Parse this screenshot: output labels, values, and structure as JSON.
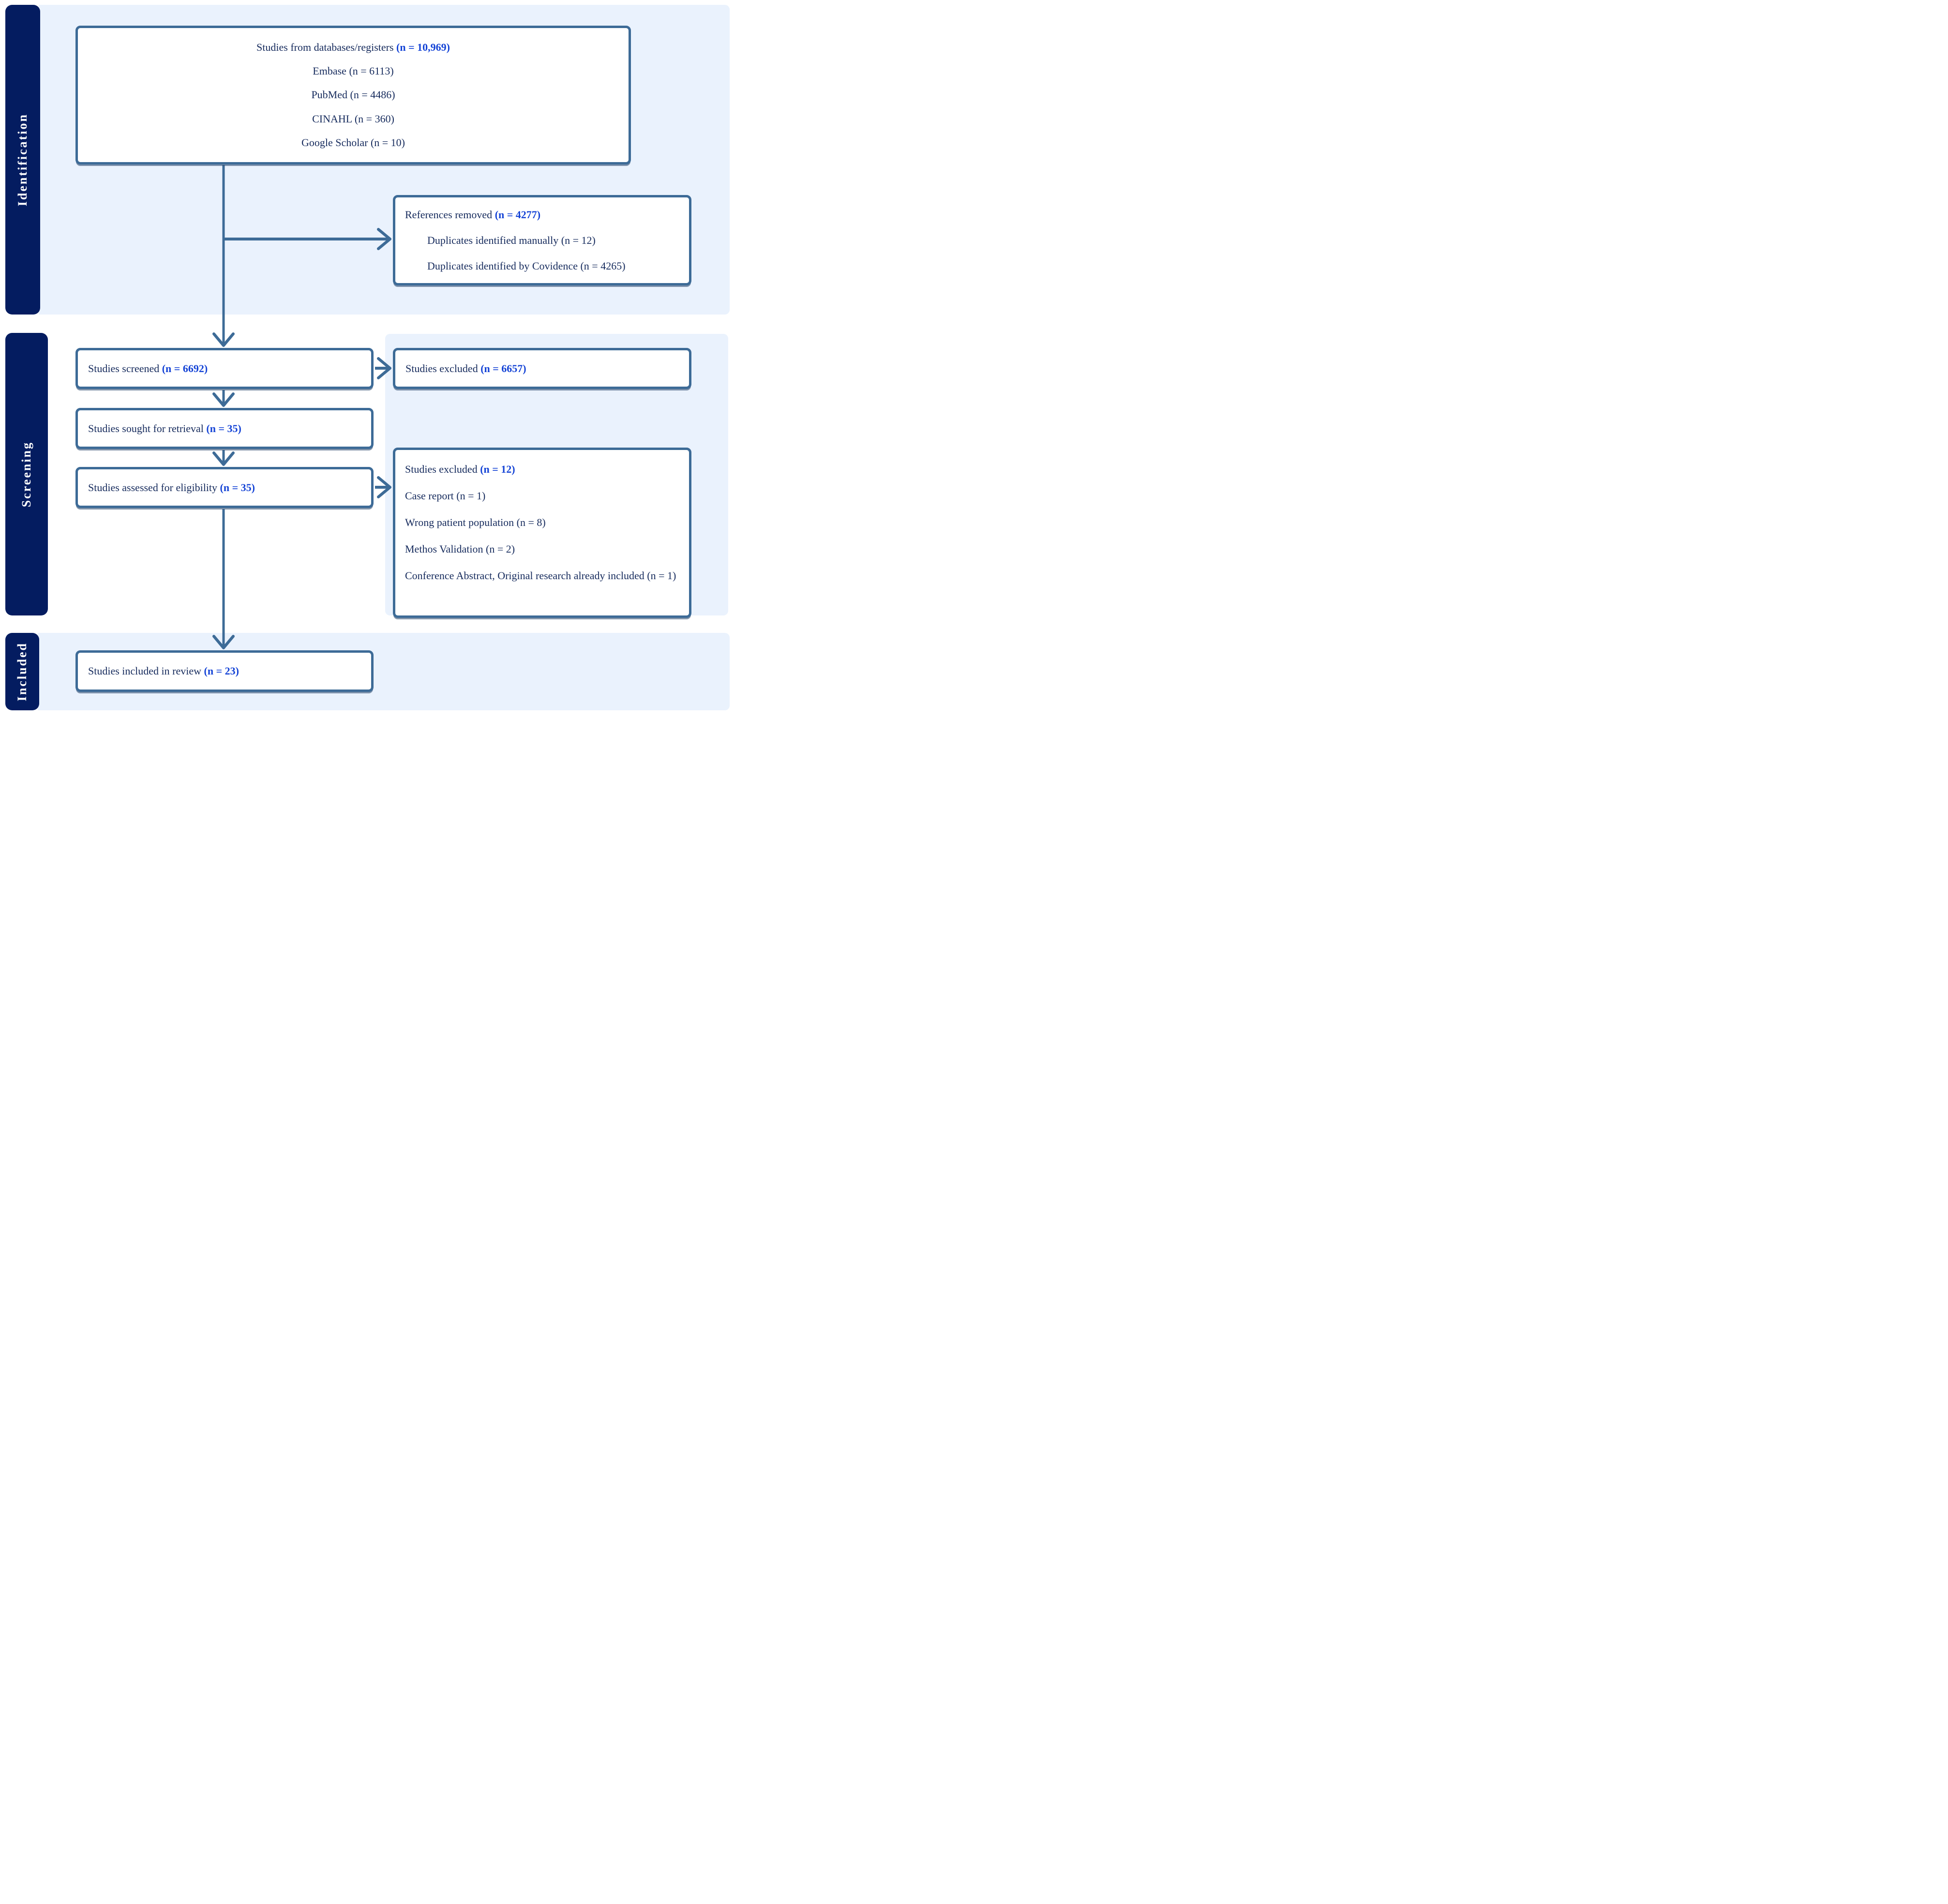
{
  "palette": {
    "navy_tab": "#041c60",
    "panel_blue": "#eaf2fd",
    "steel_border": "#3d6b97",
    "text_navy": "#152a5c",
    "accent_blue": "#1443d6",
    "box_background": "#ffffff"
  },
  "sections": [
    {
      "label": "Identification"
    },
    {
      "label": "Screening"
    },
    {
      "label": "Included"
    }
  ],
  "boxes": {
    "databases": {
      "title": "Studies from databases/registers ",
      "n": "(n = 10,969)",
      "sources": [
        "Embase (n = 6113)",
        "PubMed (n = 4486)",
        "CINAHL (n = 360)",
        "Google Scholar (n = 10)"
      ]
    },
    "references_removed": {
      "title": "References removed ",
      "n": "(n = 4277)",
      "items": [
        "Duplicates identified manually (n = 12)",
        "Duplicates identified by Covidence (n = 4265)"
      ]
    },
    "screened": {
      "title": "Studies screened ",
      "n": "(n = 6692)"
    },
    "excluded_screened": {
      "title": "Studies excluded ",
      "n": "(n = 6657)"
    },
    "sought": {
      "title": "Studies sought for retrieval ",
      "n": "(n = 35)"
    },
    "assessed": {
      "title": "Studies assessed for eligibility ",
      "n": "(n = 35)"
    },
    "excluded_assessed": {
      "title": "Studies excluded ",
      "n": "(n = 12)",
      "reasons": [
        "Case report (n = 1)",
        "Wrong patient population (n = 8)",
        "Methos Validation (n = 2)",
        "Conference Abstract, Original research already included (n = 1)"
      ]
    },
    "included": {
      "title": "Studies included in review ",
      "n": "(n = 23)"
    }
  }
}
